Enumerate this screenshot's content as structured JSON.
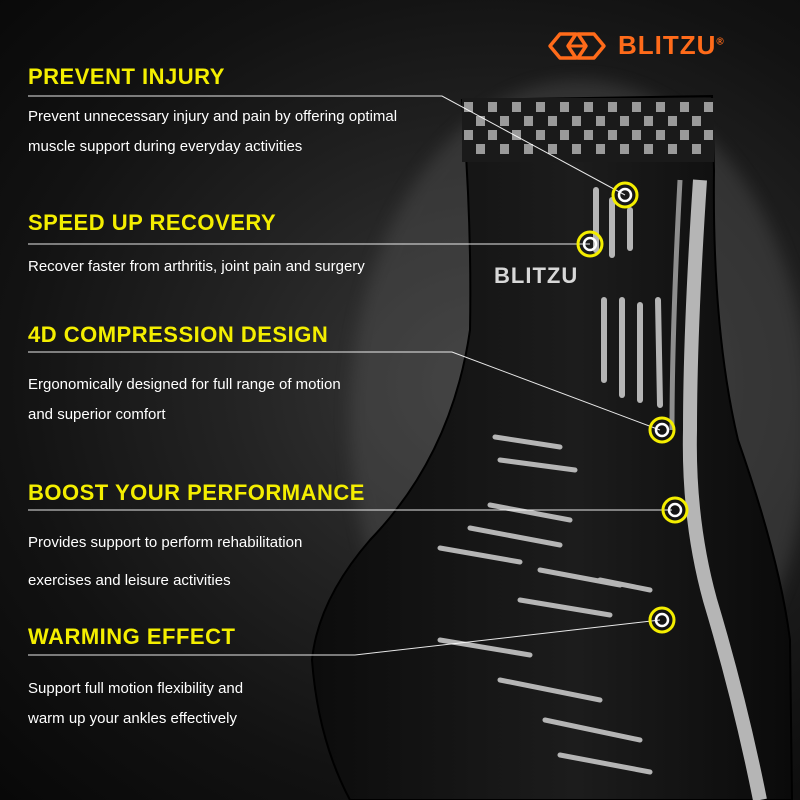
{
  "brand": {
    "name": "BLITZU",
    "registered": "®",
    "color": "#ff6b1a",
    "icon": "blitzu-logo-icon"
  },
  "product": {
    "sleeve_label": "BLITZU",
    "colors": {
      "fabric": "#141414",
      "stripe": "#b5b5b5",
      "accent": "#f4ee00"
    }
  },
  "features": [
    {
      "title": "PREVENT INJURY",
      "lines": [
        "Prevent unnecessary injury and pain by offering optimal",
        "muscle support during everyday activities"
      ]
    },
    {
      "title": "SPEED UP RECOVERY",
      "lines": [
        "Recover faster from arthritis, joint pain and surgery"
      ]
    },
    {
      "title": "4D COMPRESSION DESIGN",
      "lines": [
        "Ergonomically designed for full range of motion",
        "and superior comfort"
      ]
    },
    {
      "title": "BOOST YOUR PERFORMANCE",
      "lines": [
        "Provides support to perform rehabilitation",
        "exercises and leisure activities"
      ]
    },
    {
      "title": "WARMING EFFECT",
      "lines": [
        "Support full motion flexibility and",
        "warm up your ankles effectively"
      ]
    }
  ]
}
